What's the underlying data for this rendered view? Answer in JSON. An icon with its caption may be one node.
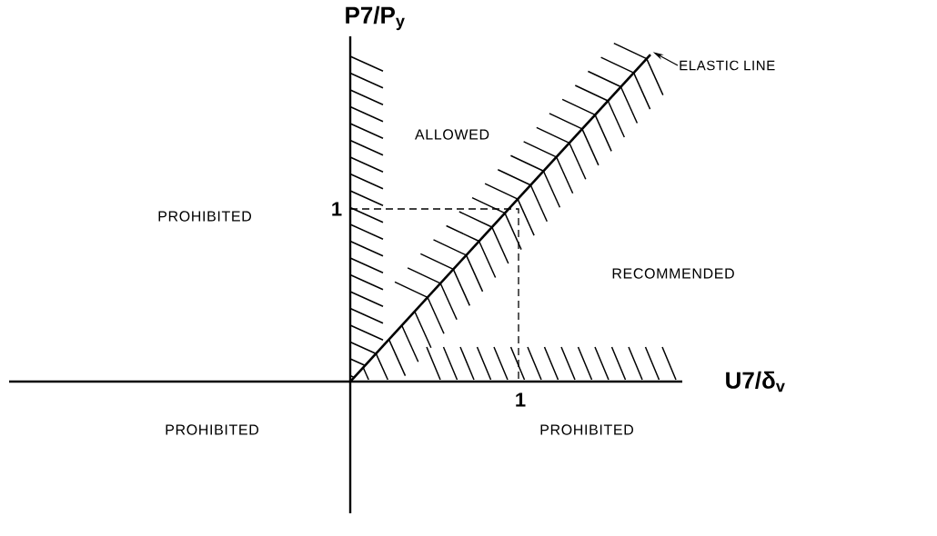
{
  "diagram": {
    "nodes": [
      {
        "text": [
          "ELASTIC LINE"
        ]
      },
      {
        "text": [],
        "shape": "line"
      }
    ],
    "edges": [
      {
        "from": 0,
        "to": 1,
        "arrow": "to"
      }
    ],
    "labels": [
      "P7/P$_{y}$",
      "ALLOWED",
      "1",
      "PROHIBITED",
      "RECOMMENDED",
      "U7/δ$_{v}$",
      "1",
      "PROHIBITED",
      "PROHIBITED"
    ]
  }
}
